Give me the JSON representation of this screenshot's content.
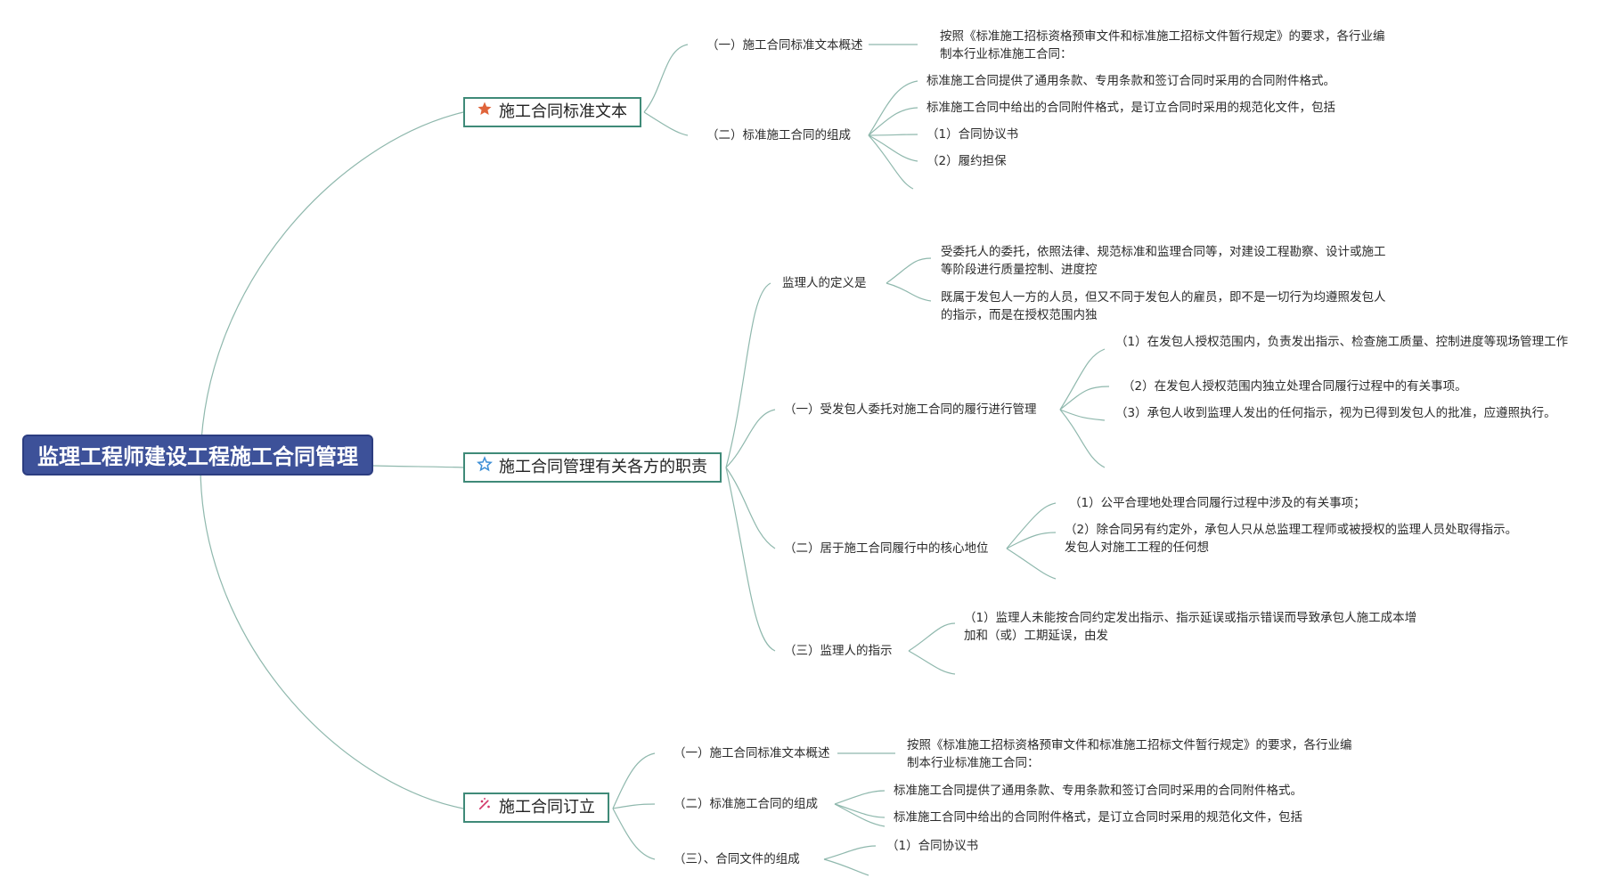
{
  "root": {
    "title": "监理工程师建设工程施工合同管理"
  },
  "colors": {
    "root_bg": "#3d5199",
    "branch_border": "#3f8a78",
    "line": "#8fb8ad",
    "star_orange": "#e0643a",
    "star_blue": "#3d8fd6",
    "sparkle_pink": "#d23a6b"
  },
  "branches": [
    {
      "label": "施工合同标准文本",
      "icon": "star-filled-icon",
      "subs": [
        {
          "label": "（一）施工合同标准文本概述",
          "items": [
            "按照《标准施工招标资格预审文件和标准施工招标文件暂行规定》的要求，各行业编制本行业标准施工合同："
          ]
        },
        {
          "label": "（二）标准施工合同的组成",
          "items": [
            "标准施工合同提供了通用条款、专用条款和签订合同时采用的合同附件格式。",
            "标准施工合同中给出的合同附件格式，是订立合同时采用的规范化文件，包括",
            "（1）合同协议书",
            "（2）履约担保"
          ]
        }
      ]
    },
    {
      "label": "施工合同管理有关各方的职责",
      "icon": "star-outline-icon",
      "subs": [
        {
          "label": "监理人的定义是",
          "items": [
            "受委托人的委托，依照法律、规范标准和监理合同等，对建设工程勘察、设计或施工等阶段进行质量控制、进度控",
            "既属于发包人一方的人员，但又不同于发包人的雇员，即不是一切行为均遵照发包人的指示，而是在授权范围内独"
          ]
        },
        {
          "label": "（一）受发包人委托对施工合同的履行进行管理",
          "items": [
            "（1）在发包人授权范围内，负责发出指示、检查施工质量、控制进度等现场管理工作",
            "（2）在发包人授权范围内独立处理合同履行过程中的有关事项。",
            "（3）承包人收到监理人发出的任何指示，视为已得到发包人的批准，应遵照执行。"
          ]
        },
        {
          "label": "（二）居于施工合同履行中的核心地位",
          "items": [
            "（1）公平合理地处理合同履行过程中涉及的有关事项；",
            "（2）除合同另有约定外，承包人只从总监理工程师或被授权的监理人员处取得指示。发包人对施工工程的任何想"
          ]
        },
        {
          "label": "（三）监理人的指示",
          "items": [
            "（1）监理人未能按合同约定发出指示、指示延误或指示错误而导致承包人施工成本增加和（或）工期延误，由发"
          ]
        }
      ]
    },
    {
      "label": "施工合同订立",
      "icon": "sparkle-icon",
      "subs": [
        {
          "label": "（一）施工合同标准文本概述",
          "items": [
            "按照《标准施工招标资格预审文件和标准施工招标文件暂行规定》的要求，各行业编制本行业标准施工合同："
          ]
        },
        {
          "label": "（二）标准施工合同的组成",
          "items": [
            "标准施工合同提供了通用条款、专用条款和签订合同时采用的合同附件格式。",
            "标准施工合同中给出的合同附件格式，是订立合同时采用的规范化文件，包括"
          ]
        },
        {
          "label": "（三）、合同文件的组成",
          "items": [
            "（1）合同协议书"
          ]
        }
      ]
    }
  ]
}
